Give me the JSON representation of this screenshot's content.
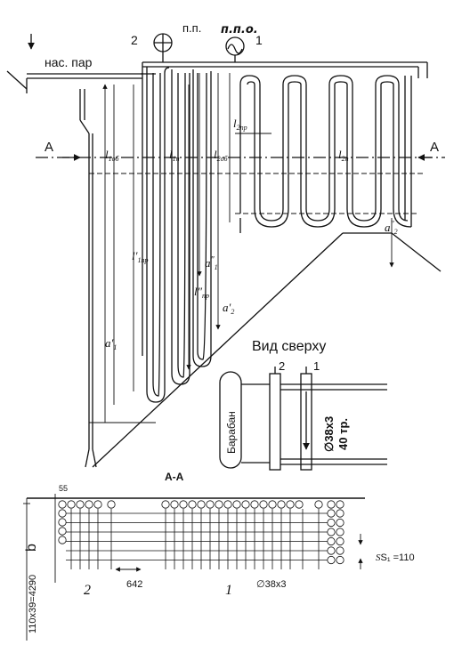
{
  "labels": {
    "steam_in": "нас. пар",
    "pp": "п.п.",
    "ppo": "п.п.о.",
    "num_2": "2",
    "num_1": "1",
    "section_a": "A",
    "l1ob": "l",
    "l1ob_sub": "1об",
    "l1n": "l",
    "l1n_sub": "1п",
    "l2ob": "l",
    "l2ob_sub": "2об",
    "l2n": "l",
    "l2n_sub": "2п",
    "l2np": "l",
    "l2np_sub": "2пр",
    "a2dd": "a",
    "a2dd_sup": "″",
    "a2dd_sub": "2",
    "l1np": "l′",
    "l1np_sub": "1пр",
    "a1dd": "a",
    "a1dd_sup": "″",
    "a1dd_sub": "1",
    "lnp2": "l″",
    "lnp2_sub": "пр",
    "a2d": "a′",
    "a2d_sub": "2",
    "a1d": "a′",
    "a1d_sub": "1",
    "top_view_title": "Вид сверху",
    "drum": "Барабан",
    "tube_spec_1": "∅38x3",
    "tube_spec_2": "40 тр.",
    "section_title": "А-А",
    "dim_55": "55",
    "dim_b": "b",
    "dim_total": "110x39=4290",
    "dim_s1": "S₁ =110",
    "dim_642": "642",
    "tube_label": "∅38x3",
    "sec_2": "2",
    "sec_1": "1"
  }
}
